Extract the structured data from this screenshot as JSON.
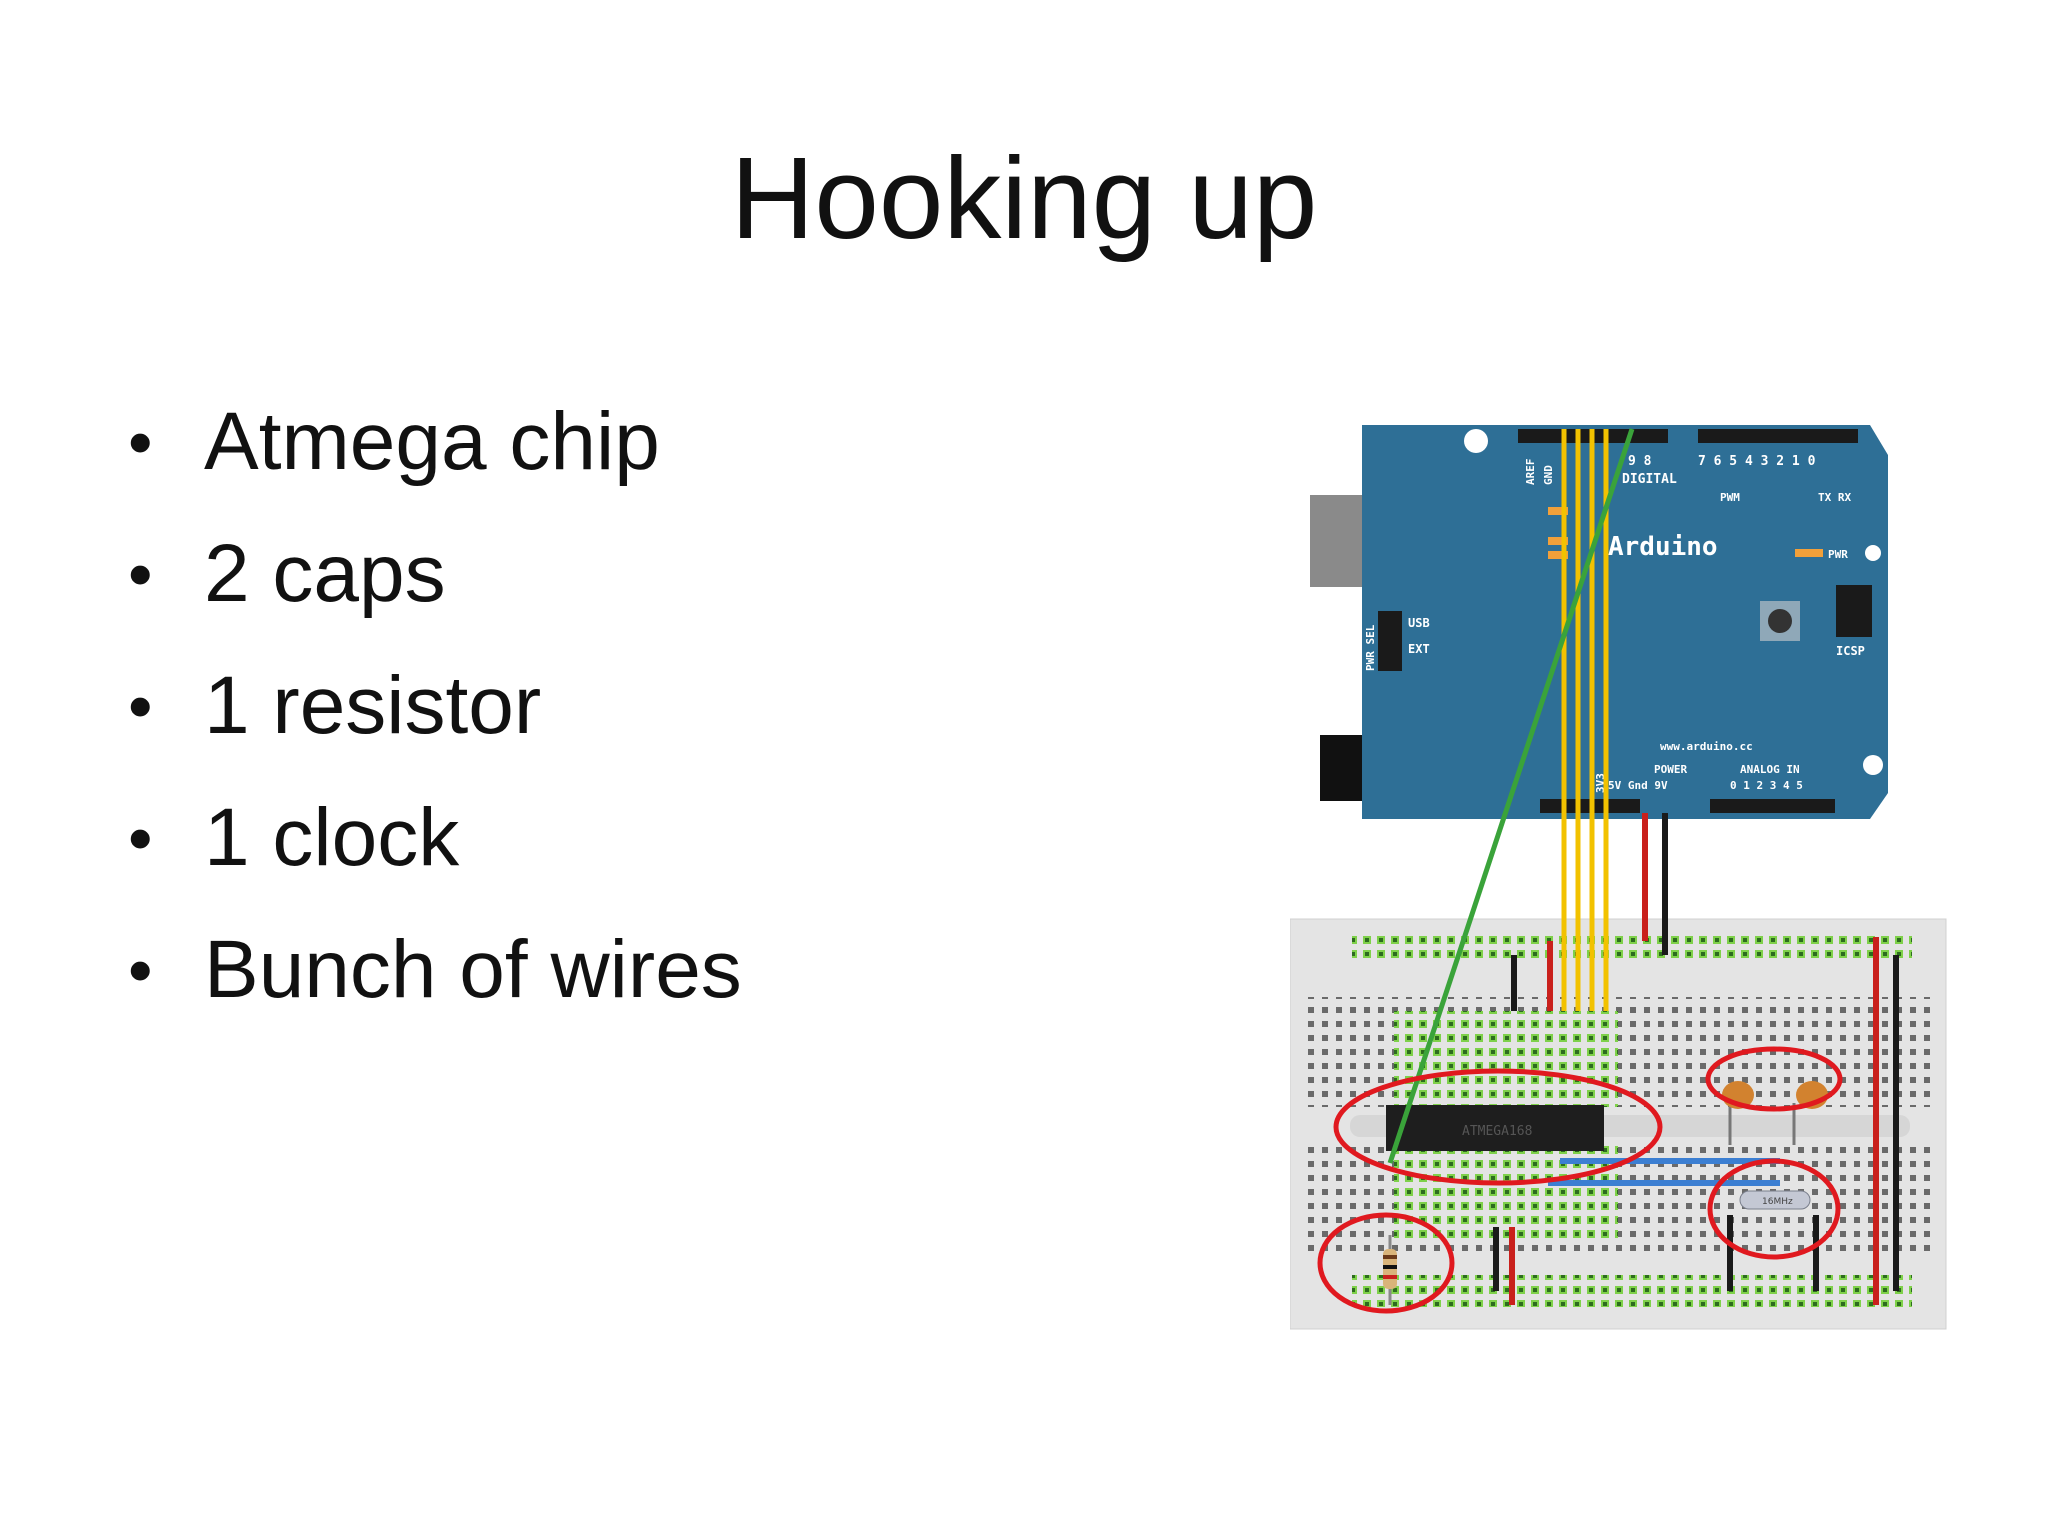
{
  "slide": {
    "title": "Hooking up",
    "bullets": [
      "Atmega chip",
      "2 caps",
      "1 resistor",
      "1 clock",
      "Bunch of wires"
    ]
  },
  "diagram": {
    "board": {
      "name": "Arduino",
      "website": "www.arduino.cc",
      "labels": {
        "aref": "AREF",
        "gnd": "GND",
        "digital": "DIGITAL",
        "digital_pins": "7 6 5 4 3 2 1 0",
        "digital_pins_left": "9 8",
        "pwm": "PWM",
        "txrx": "TX RX",
        "pwr": "PWR",
        "icsp": "ICSP",
        "usb": "USB",
        "ext": "EXT",
        "pwr_sel": "PWR SEL",
        "power": "POWER",
        "power_pins": "5V Gnd 9V",
        "v33": "3V3",
        "analog_in": "ANALOG IN",
        "analog_pins": "0 1 2 3 4 5"
      }
    },
    "chip_label": "ATMEGA168",
    "crystal_label": "16MHz",
    "colors": {
      "board": "#2e6f96",
      "breadboard": "#e4e4e4",
      "highlight": "#e0191f",
      "wire_yellow": "#f2c200",
      "wire_green": "#3aa33a",
      "wire_red": "#c9201c",
      "wire_black": "#1a1a1a",
      "wire_blue": "#3c7fd2",
      "cap": "#d2822f"
    }
  }
}
